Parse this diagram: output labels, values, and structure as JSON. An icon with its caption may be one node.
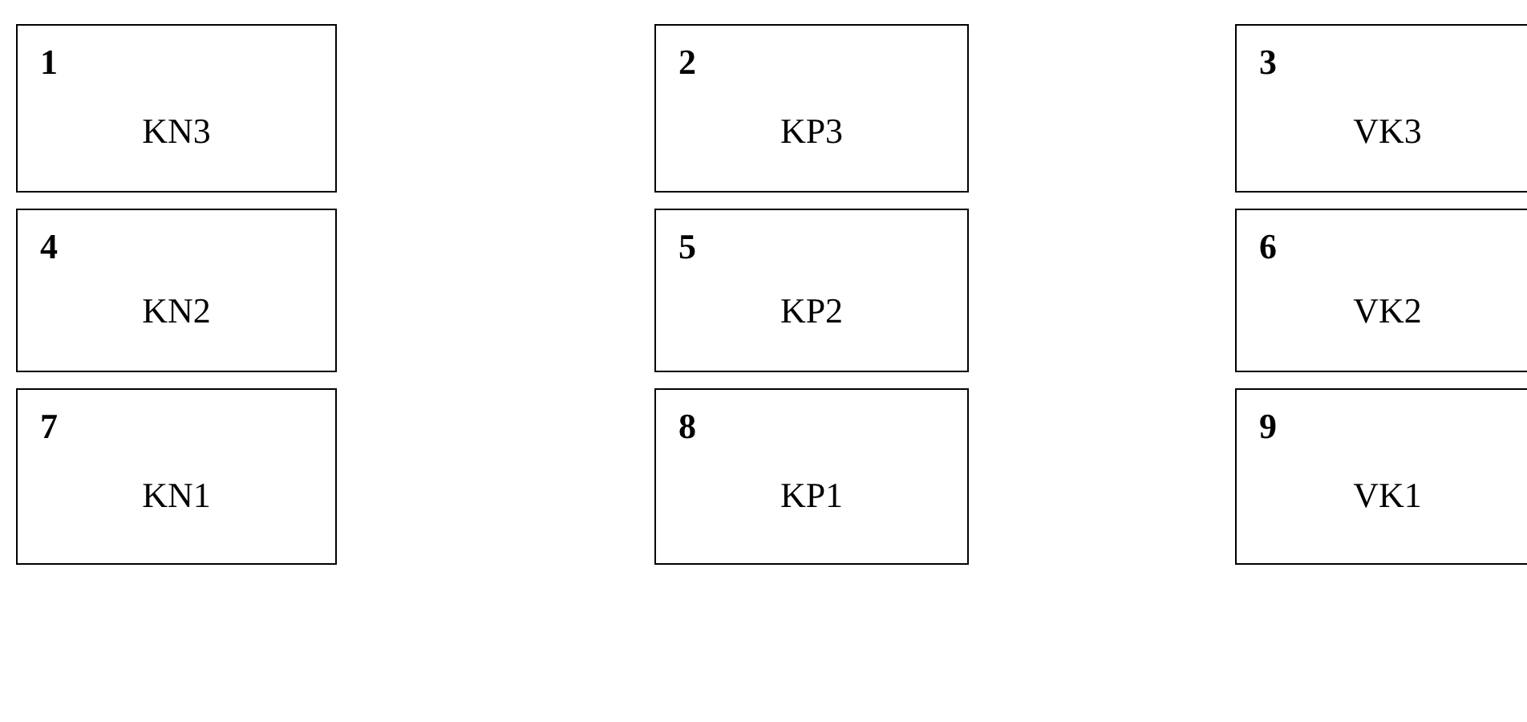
{
  "diagram": {
    "nodes": [
      {
        "text": [
          "1",
          "KN3"
        ]
      },
      {
        "text": [
          "2",
          "KP3"
        ]
      },
      {
        "text": [
          "3",
          "VK3"
        ]
      },
      {
        "text": [
          "4",
          "KN2"
        ]
      },
      {
        "text": [
          "5",
          "KP2"
        ]
      },
      {
        "text": [
          "6",
          "VK2"
        ]
      },
      {
        "text": [
          "7",
          "KN1"
        ]
      },
      {
        "text": [
          "8",
          "KP1"
        ]
      },
      {
        "text": [
          "9",
          "VK1"
        ]
      }
    ]
  }
}
